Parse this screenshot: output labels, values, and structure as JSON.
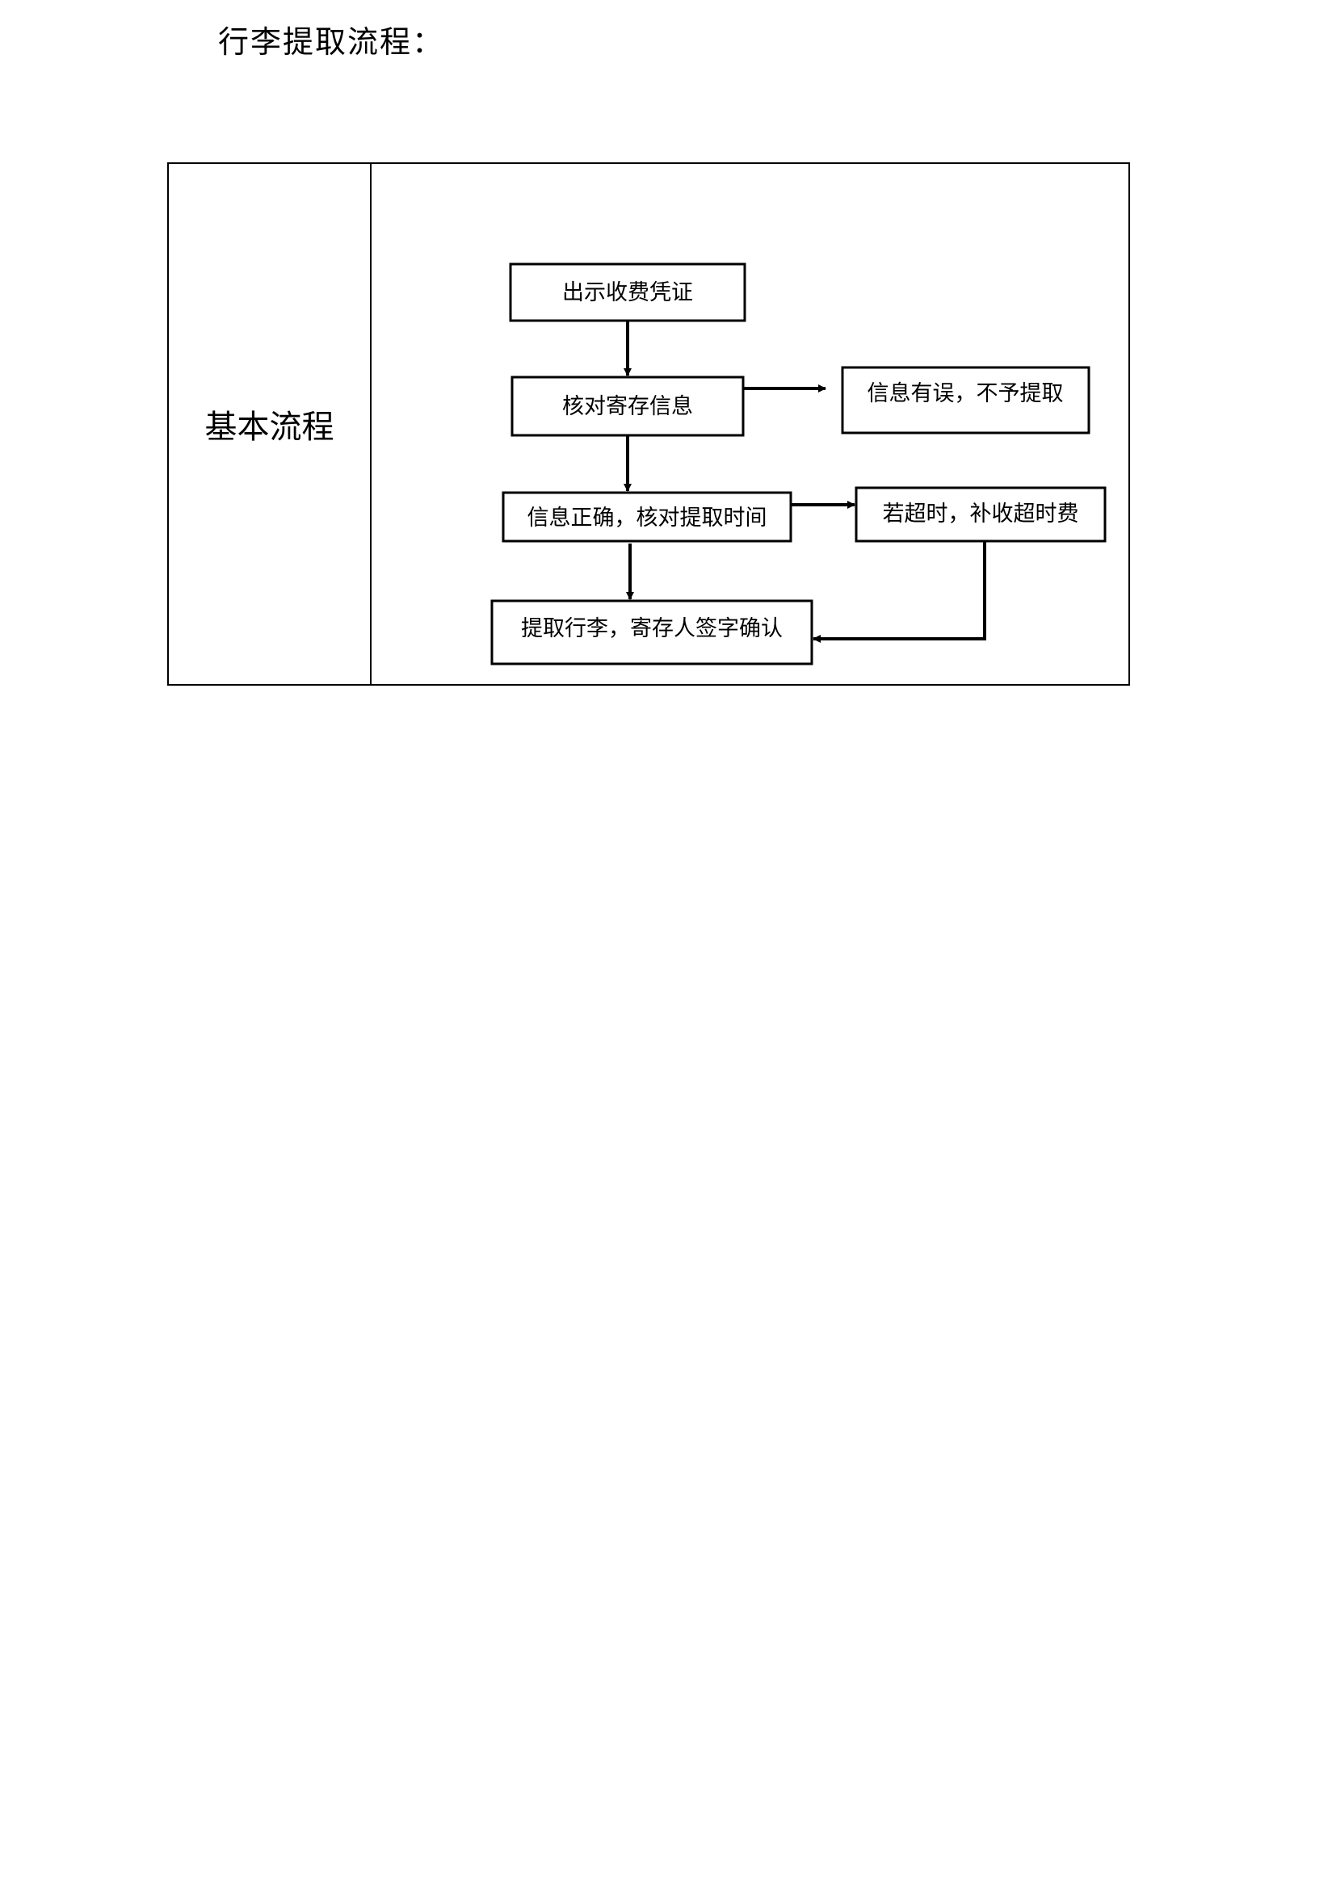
{
  "row_label": "基本流程",
  "flow": {
    "title": "行李提取流程：",
    "nodes": {
      "show_receipt": "出示收费凭证",
      "verify_info": "核对寄存信息",
      "info_error": "信息有误，不予提取",
      "check_time": "信息正确，核对提取时间",
      "overtime_fee": "若超时，补收超时费",
      "pickup_sign": "提取行李，寄存人签字确认"
    }
  }
}
